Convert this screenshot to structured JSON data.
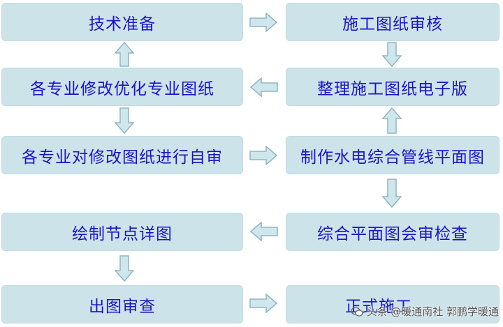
{
  "steps": {
    "tech_prep": "技术准备",
    "drawing_review": "施工图纸审核",
    "modify_optimize": "各专业修改优化专业图纸",
    "organize_electronic": "整理施工图纸电子版",
    "self_review": "各专业对修改图纸进行自审",
    "make_plan": "制作水电综合管线平面图",
    "node_details": "绘制节点详图",
    "joint_review": "综合平面图会审检查",
    "issue_review": "出图审查",
    "formal_construction": "正式施工"
  },
  "watermark": {
    "text": "头条 @暖通南社  郭鹏学暖通"
  },
  "colors": {
    "box_fill": "#cde3ea",
    "text": "#1a14c4",
    "arrow_fill": "#cfe6ec",
    "arrow_stroke": "#8fb6c3"
  }
}
